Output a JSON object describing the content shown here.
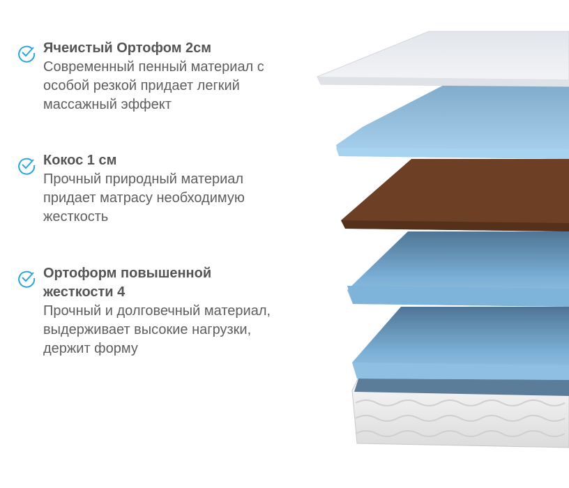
{
  "features": [
    {
      "title": "Ячеистый Ортофом 2см",
      "lines": [
        "Современный пенный материал с",
        "особой резкой придает легкий",
        "массажный эффект"
      ]
    },
    {
      "title": "Кокос 1 см",
      "lines": [
        "Прочный природный материал",
        "придает матрасу необходимую",
        "жесткость"
      ]
    },
    {
      "title_lines": [
        "Ортоформ повышенной",
        "жесткости 4"
      ],
      "lines": [
        "Прочный и долговечный материал,",
        "выдерживает высокие нагрузки,",
        "держит форму"
      ]
    }
  ],
  "colors": {
    "accent": "#2aa6de",
    "text": "#555555",
    "cover": "#eceef2",
    "foam": "#8ec2e4",
    "coir": "#6b3f24",
    "base_foam": "#6c9fc6"
  },
  "icons": {
    "feature": "check-circle-icon"
  }
}
